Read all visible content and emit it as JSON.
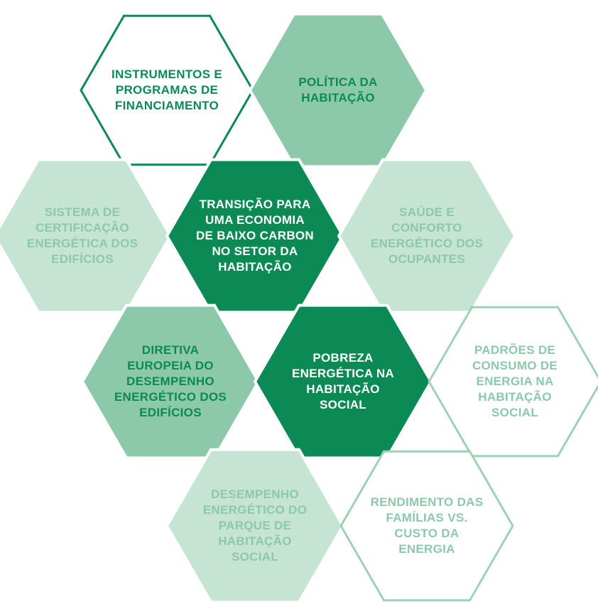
{
  "colors": {
    "dark_green": "#0b8a55",
    "medium_green": "#8cc8aa",
    "light_green": "#c5e4d4",
    "outline_green": "#9fd1b6",
    "white": "#ffffff",
    "text_dark": "#0b8a55",
    "text_light": "#8cc8aa"
  },
  "hexagons": [
    {
      "id": "instrumentos",
      "label": "INSTRUMENTOS E\nPROGRAMAS DE\nFINANCIAMENTO",
      "style": "outline-dark"
    },
    {
      "id": "politica",
      "label": "POLÍTICA DA\nHABITAÇÃO",
      "style": "medium"
    },
    {
      "id": "sistema",
      "label": "SISTEMA DE\nCERTIFICAÇÃO\nENERGÉTICA DOS\nEDIFÍCIOS",
      "style": "light"
    },
    {
      "id": "transicao",
      "label": "TRANSIÇÃO PARA\nUMA ECONOMIA\nDE BAIXO CARBON\nNO SETOR DA\nHABITAÇÃO",
      "style": "dark"
    },
    {
      "id": "saude",
      "label": "SAÚDE E\nCONFORTO\nENERGÉTICO DOS\nOCUPANTES",
      "style": "light"
    },
    {
      "id": "diretiva",
      "label": "DIRETIVA\nEUROPEIA DO\nDESEMPENHO\nENERGÉTICO DOS\nEDIFÍCIOS",
      "style": "medium"
    },
    {
      "id": "pobreza",
      "label": "POBREZA\nENERGÉTICA NA\nHABITAÇÃO\nSOCIAL",
      "style": "dark"
    },
    {
      "id": "padroes",
      "label": "PADRÕES DE\nCONSUMO DE\nENERGIA NA\nHABITAÇÃO\nSOCIAL",
      "style": "outline-light"
    },
    {
      "id": "desempenho",
      "label": "DESEMPENHO\nENERGÉTICO DO\nPARQUE DE\nHABITAÇÃO\nSOCIAL",
      "style": "light"
    },
    {
      "id": "rendimento",
      "label": "RENDIMENTO DAS\nFAMÍLIAS VS.\nCUSTO DA\nENERGIA",
      "style": "outline-light"
    }
  ]
}
